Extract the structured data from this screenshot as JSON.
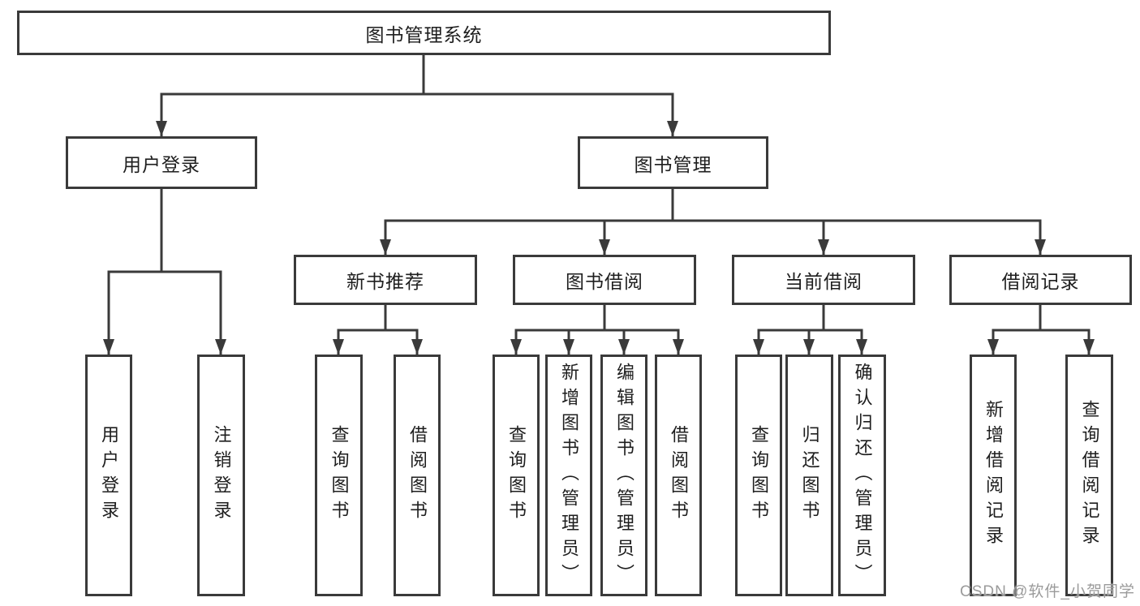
{
  "tree": {
    "label": "图书管理系统",
    "children": [
      {
        "label": "用户登录",
        "children": [
          {
            "label": "用户登录"
          },
          {
            "label": "注销登录"
          }
        ]
      },
      {
        "label": "图书管理",
        "children": [
          {
            "label": "新书推荐",
            "children": [
              {
                "label": "查询图书"
              },
              {
                "label": "借阅图书"
              }
            ]
          },
          {
            "label": "图书借阅",
            "children": [
              {
                "label": "查询图书"
              },
              {
                "label": "新增图书（管理员）"
              },
              {
                "label": "编辑图书（管理员）"
              },
              {
                "label": "借阅图书"
              }
            ]
          },
          {
            "label": "当前借阅",
            "children": [
              {
                "label": "查询图书"
              },
              {
                "label": "归还图书"
              },
              {
                "label": "确认归还（管理员）"
              }
            ]
          },
          {
            "label": "借阅记录",
            "children": [
              {
                "label": "新增借阅记录"
              },
              {
                "label": "查询借阅记录"
              }
            ]
          }
        ]
      }
    ]
  },
  "watermark": {
    "text": "CSDN @软件_小贺同学"
  },
  "colors": {
    "line": "#3a3a3a",
    "node_border": "#3a3a3a",
    "node_text": "#1e1e1e",
    "watermark_text": "#9b9b9b",
    "background": "#ffffff"
  }
}
